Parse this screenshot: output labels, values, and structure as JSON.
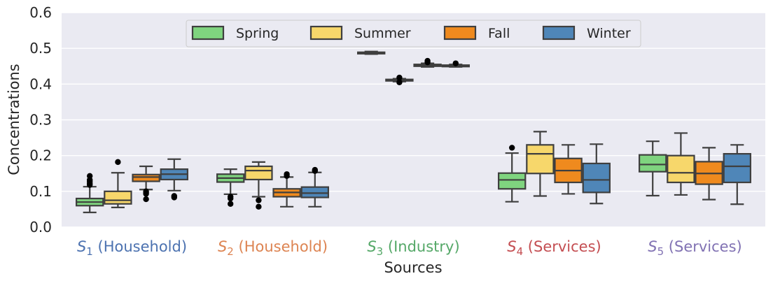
{
  "chart_data": {
    "type": "boxplot",
    "xlabel": "Sources",
    "ylabel": "Concentrations",
    "ylim": [
      0.0,
      0.6
    ],
    "yticks": [
      "0.0",
      "0.1",
      "0.2",
      "0.3",
      "0.4",
      "0.5",
      "0.6"
    ],
    "grid": true,
    "legend_placement": "top-center",
    "background_color": "#eaeaf2",
    "categories": [
      {
        "sym": "S",
        "sub": "1",
        "rest": " (Household)",
        "color": "#4c72b0"
      },
      {
        "sym": "S",
        "sub": "2",
        "rest": " (Household)",
        "color": "#dd8452"
      },
      {
        "sym": "S",
        "sub": "3",
        "rest": " (Industry)",
        "color": "#55a868"
      },
      {
        "sym": "S",
        "sub": "4",
        "rest": " (Services)",
        "color": "#c44e52"
      },
      {
        "sym": "S",
        "sub": "5",
        "rest": " (Services)",
        "color": "#8172b3"
      }
    ],
    "series": [
      {
        "name": "Spring",
        "color": "#7fd47f",
        "boxes": [
          {
            "whislo": 0.041,
            "q1": 0.06,
            "med": 0.07,
            "q3": 0.08,
            "whishi": 0.113,
            "fliers": [
              0.118,
              0.122,
              0.127,
              0.132,
              0.143
            ]
          },
          {
            "whislo": 0.092,
            "q1": 0.126,
            "med": 0.137,
            "q3": 0.148,
            "whishi": 0.162,
            "fliers": [
              0.065,
              0.08,
              0.085
            ]
          },
          {
            "whislo": 0.484,
            "q1": 0.485,
            "med": 0.487,
            "q3": 0.489,
            "whishi": 0.491,
            "fliers": []
          },
          {
            "whislo": 0.071,
            "q1": 0.107,
            "med": 0.132,
            "q3": 0.151,
            "whishi": 0.207,
            "fliers": [
              0.222
            ]
          },
          {
            "whislo": 0.088,
            "q1": 0.155,
            "med": 0.175,
            "q3": 0.202,
            "whishi": 0.24,
            "fliers": []
          }
        ]
      },
      {
        "name": "Summer",
        "color": "#f7d76b",
        "boxes": [
          {
            "whislo": 0.055,
            "q1": 0.065,
            "med": 0.075,
            "q3": 0.1,
            "whishi": 0.152,
            "fliers": [
              0.182
            ]
          },
          {
            "whislo": 0.085,
            "q1": 0.133,
            "med": 0.158,
            "q3": 0.17,
            "whishi": 0.182,
            "fliers": [
              0.057,
              0.075
            ]
          },
          {
            "whislo": 0.407,
            "q1": 0.409,
            "med": 0.411,
            "q3": 0.413,
            "whishi": 0.415,
            "fliers": [
              0.405,
              0.418
            ]
          },
          {
            "whislo": 0.087,
            "q1": 0.15,
            "med": 0.205,
            "q3": 0.23,
            "whishi": 0.267,
            "fliers": []
          },
          {
            "whislo": 0.09,
            "q1": 0.125,
            "med": 0.152,
            "q3": 0.2,
            "whishi": 0.263,
            "fliers": []
          }
        ]
      },
      {
        "name": "Fall",
        "color": "#ef8a1e",
        "boxes": [
          {
            "whislo": 0.105,
            "q1": 0.128,
            "med": 0.14,
            "q3": 0.147,
            "whishi": 0.17,
            "fliers": [
              0.078,
              0.093,
              0.097,
              0.1
            ]
          },
          {
            "whislo": 0.057,
            "q1": 0.085,
            "med": 0.097,
            "q3": 0.107,
            "whishi": 0.14,
            "fliers": [
              0.143,
              0.148
            ]
          },
          {
            "whislo": 0.448,
            "q1": 0.45,
            "med": 0.452,
            "q3": 0.455,
            "whishi": 0.458,
            "fliers": [
              0.461,
              0.465
            ]
          },
          {
            "whislo": 0.093,
            "q1": 0.125,
            "med": 0.158,
            "q3": 0.192,
            "whishi": 0.23,
            "fliers": []
          },
          {
            "whislo": 0.077,
            "q1": 0.12,
            "med": 0.15,
            "q3": 0.183,
            "whishi": 0.222,
            "fliers": []
          }
        ]
      },
      {
        "name": "Winter",
        "color": "#4f86b8",
        "boxes": [
          {
            "whislo": 0.102,
            "q1": 0.133,
            "med": 0.148,
            "q3": 0.162,
            "whishi": 0.19,
            "fliers": [
              0.083,
              0.087
            ]
          },
          {
            "whislo": 0.057,
            "q1": 0.083,
            "med": 0.095,
            "q3": 0.112,
            "whishi": 0.153,
            "fliers": [
              0.157,
              0.16
            ]
          },
          {
            "whislo": 0.448,
            "q1": 0.449,
            "med": 0.451,
            "q3": 0.453,
            "whishi": 0.455,
            "fliers": [
              0.458
            ]
          },
          {
            "whislo": 0.066,
            "q1": 0.097,
            "med": 0.132,
            "q3": 0.178,
            "whishi": 0.232,
            "fliers": []
          },
          {
            "whislo": 0.064,
            "q1": 0.125,
            "med": 0.17,
            "q3": 0.205,
            "whishi": 0.23,
            "fliers": []
          }
        ]
      }
    ]
  }
}
